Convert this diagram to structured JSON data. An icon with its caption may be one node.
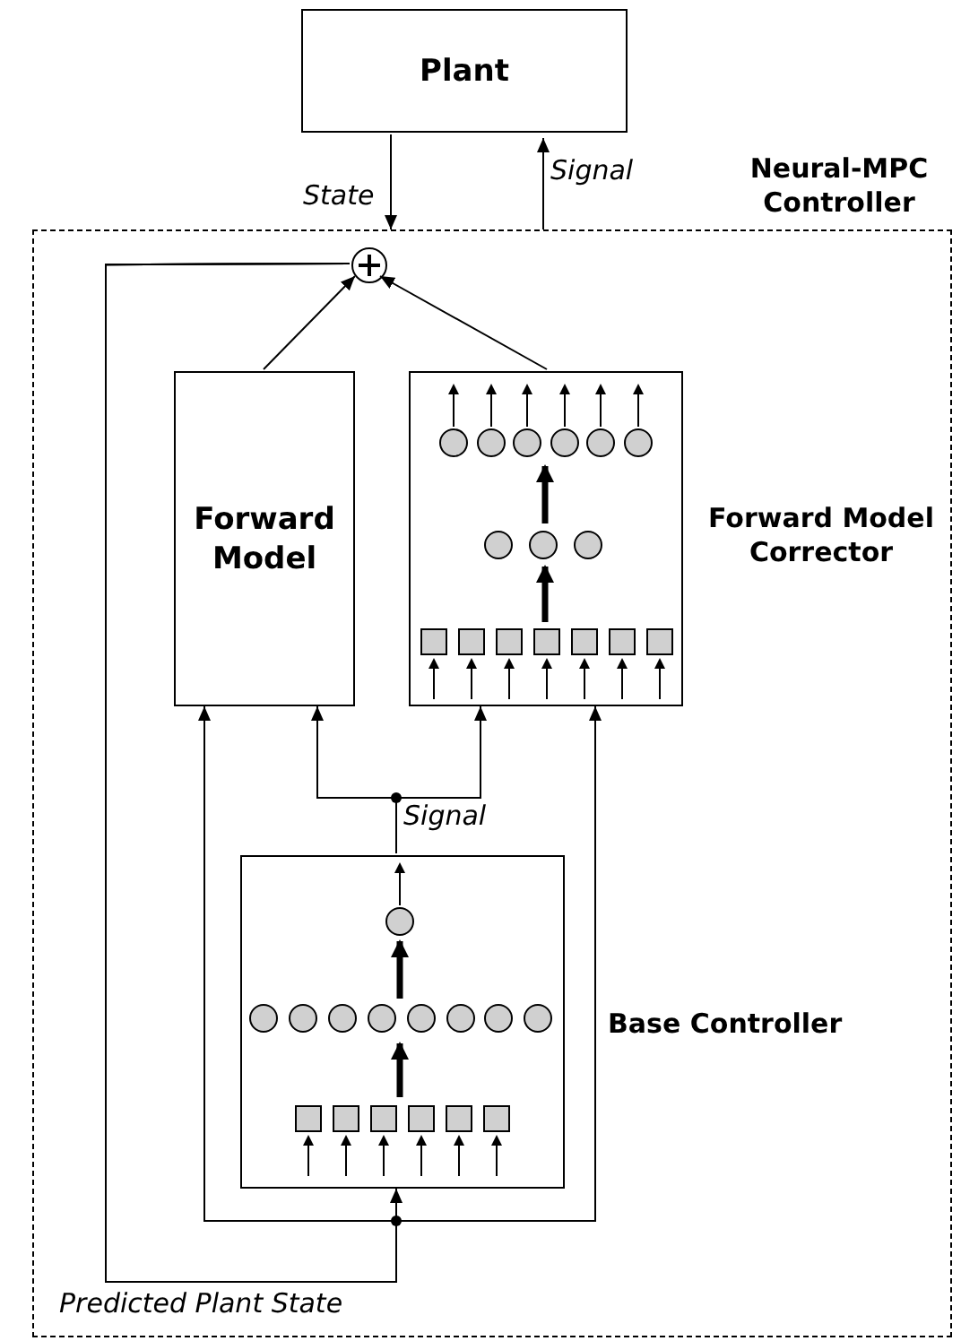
{
  "diagram": {
    "nodes": [
      {
        "text": [
          "Plant"
        ]
      },
      {
        "text": [
          "Neural-MPC Controller"
        ]
      },
      {
        "text": [],
        "shape": "circle",
        "in": 1
      },
      {
        "text": [
          "Forward Model"
        ],
        "in": 1
      },
      {
        "text": [
          "Forward Model Corrector"
        ],
        "in": 1
      },
      {
        "text": [
          "Base Controller"
        ],
        "in": 1
      }
    ],
    "edges": [
      {
        "from": 0,
        "to": 1,
        "arrow": "to",
        "label": "State"
      },
      {
        "from": 1,
        "to": 0,
        "arrow": "to",
        "label": "Signal"
      },
      {
        "from": 3,
        "to": 2,
        "arrow": "to"
      },
      {
        "from": 4,
        "to": 2,
        "arrow": "to"
      },
      {
        "from": 2,
        "to": 3,
        "arrow": "to",
        "label": "Predicted Plant State"
      },
      {
        "from": 2,
        "to": 4,
        "arrow": "to"
      },
      {
        "from": 2,
        "to": 5,
        "arrow": "to"
      },
      {
        "from": 5,
        "to": 3,
        "arrow": "to",
        "label": "Signal"
      },
      {
        "from": 5,
        "to": 4,
        "arrow": "to"
      }
    ]
  }
}
